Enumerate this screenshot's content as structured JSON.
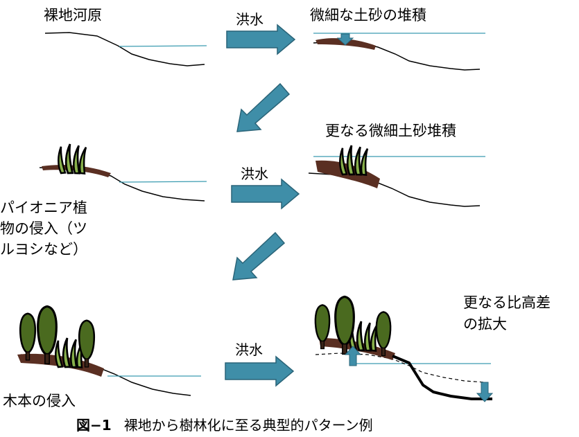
{
  "stages": {
    "bare": "裸地河原",
    "fine_deposit": "微細な土砂の堆積",
    "more_deposit": "更なる微細土砂堆積",
    "pioneer_line1": "パイオニア植",
    "pioneer_line2": "物の侵入（ツ",
    "pioneer_line3": "ルヨシなど）",
    "trees": "木本の侵入",
    "height_line1": "更なる比高差",
    "height_line2": "の拡大"
  },
  "flood_labels": [
    "洪水",
    "洪水",
    "洪水"
  ],
  "caption": {
    "figure_no": "図−1",
    "text": "裸地から樹林化に至る典型的パターン例"
  },
  "colors": {
    "arrow_fill": "#3f8ea8",
    "arrow_stroke": "#2a6478",
    "water_line": "#3a9bb0",
    "sediment": "#5a2f22",
    "tree_fill": "#4a6a1f",
    "reed_fill": "#88b04a"
  }
}
